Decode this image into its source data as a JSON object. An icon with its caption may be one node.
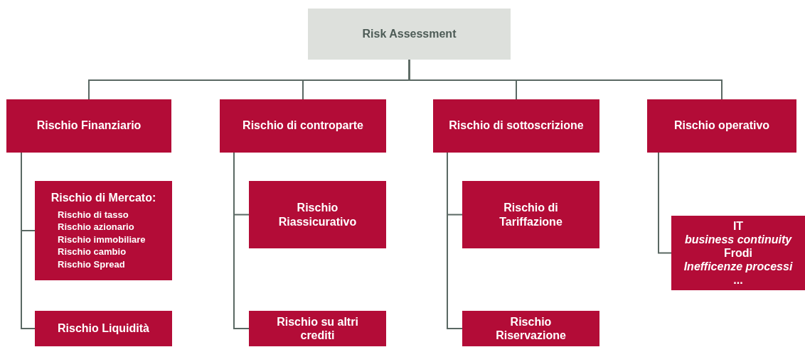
{
  "diagram": {
    "nodes": [
      {
        "text": [
          "Risk Assessment"
        ]
      },
      {
        "text": [
          "Rischio Finanziario"
        ]
      },
      {
        "text": [
          "Rischio di controparte"
        ]
      },
      {
        "text": [
          "Rischio di sottoscrizione"
        ]
      },
      {
        "text": [
          "Rischio operativo"
        ]
      },
      {
        "text": [
          "Rischio di Mercato:",
          "Rischio di tasso",
          "Rischio azionario",
          "Rischio immobiliare",
          "Rischio cambio",
          "Rischio Spread"
        ]
      },
      {
        "text": [
          "Rischio Liquidità"
        ]
      },
      {
        "text": [
          "Rischio Riassicurativo"
        ]
      },
      {
        "text": [
          "Rischio su altri crediti"
        ]
      },
      {
        "text": [
          "Rischio di Tariffazione"
        ]
      },
      {
        "text": [
          "Rischio Riservazione"
        ]
      },
      {
        "text": [
          "IT",
          "business continuity",
          "Frodi",
          "Inefficenze processi",
          "..."
        ]
      }
    ],
    "edges": [
      {
        "from": 0,
        "to": 1,
        "arrow": "none"
      },
      {
        "from": 0,
        "to": 2,
        "arrow": "none"
      },
      {
        "from": 0,
        "to": 3,
        "arrow": "none"
      },
      {
        "from": 0,
        "to": 4,
        "arrow": "none"
      },
      {
        "from": 1,
        "to": 5,
        "arrow": "none"
      },
      {
        "from": 1,
        "to": 6,
        "arrow": "none"
      },
      {
        "from": 2,
        "to": 7,
        "arrow": "none"
      },
      {
        "from": 2,
        "to": 8,
        "arrow": "none"
      },
      {
        "from": 3,
        "to": 9,
        "arrow": "none"
      },
      {
        "from": 3,
        "to": 10,
        "arrow": "none"
      },
      {
        "from": 4,
        "to": 11,
        "arrow": "none"
      }
    ]
  }
}
